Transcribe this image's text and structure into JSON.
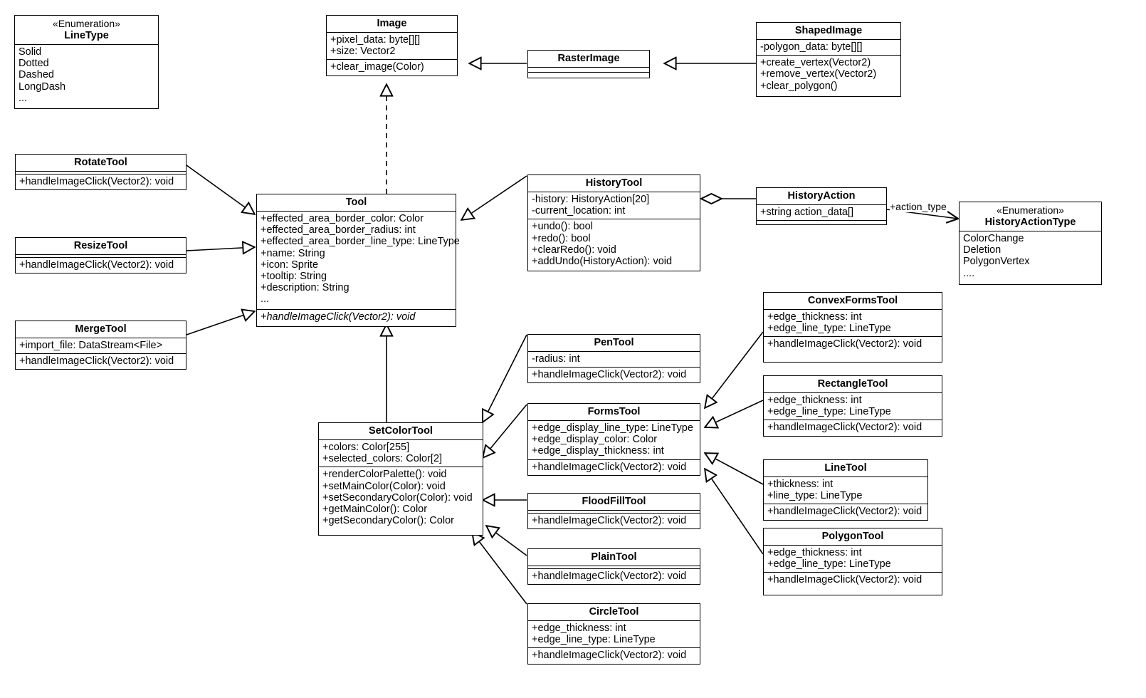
{
  "diagram": {
    "title": "UML Class Diagram",
    "classes": [
      {
        "id": "linetype",
        "stereotype": "«Enumeration»",
        "name": "LineType",
        "attributes": [
          "Solid",
          "Dotted",
          "Dashed",
          "LongDash",
          "..."
        ],
        "methods": []
      },
      {
        "id": "image",
        "stereotype": "",
        "name": "Image",
        "attributes": [
          "+pixel_data: byte[][]",
          "+size: Vector2"
        ],
        "methods": [
          "+clear_image(Color)"
        ]
      },
      {
        "id": "rasterimage",
        "stereotype": "",
        "name": "RasterImage",
        "attributes": [],
        "methods": []
      },
      {
        "id": "shapedimage",
        "stereotype": "",
        "name": "ShapedImage",
        "attributes": [
          "-polygon_data: byte[][]"
        ],
        "methods": [
          "+create_vertex(Vector2)",
          "+remove_vertex(Vector2)",
          "+clear_polygon()"
        ]
      },
      {
        "id": "rotatetool",
        "stereotype": "",
        "name": "RotateTool",
        "attributes": [],
        "methods": [
          "+handleImageClick(Vector2): void"
        ]
      },
      {
        "id": "resizetool",
        "stereotype": "",
        "name": "ResizeTool",
        "attributes": [],
        "methods": [
          "+handleImageClick(Vector2): void"
        ]
      },
      {
        "id": "mergetool",
        "stereotype": "",
        "name": "MergeTool",
        "attributes": [
          "+import_file: DataStream<File>"
        ],
        "methods": [
          "+handleImageClick(Vector2): void"
        ]
      },
      {
        "id": "tool",
        "stereotype": "",
        "name": "Tool",
        "attributes": [
          "+effected_area_border_color: Color",
          "+effected_area_border_radius: int",
          "+effected_area_border_line_type: LineType",
          "+name: String",
          "+icon: Sprite",
          "+tooltip: String",
          "+description: String",
          "..."
        ],
        "methods": [
          "+handleImageClick(Vector2): void"
        ],
        "abstract_methods": [
          true
        ]
      },
      {
        "id": "historytool",
        "stereotype": "",
        "name": "HistoryTool",
        "attributes": [
          "-history: HistoryAction[20]",
          "-current_location: int"
        ],
        "methods": [
          "+undo(): bool",
          "+redo(): bool",
          "+clearRedo(): void",
          "+addUndo(HistoryAction): void"
        ]
      },
      {
        "id": "historyaction",
        "stereotype": "",
        "name": "HistoryAction",
        "attributes": [
          "+string action_data[]"
        ],
        "methods": []
      },
      {
        "id": "historyactiontype",
        "stereotype": "«Enumeration»",
        "name": "HistoryActionType",
        "attributes": [
          "ColorChange",
          "Deletion",
          "PolygonVertex",
          "...."
        ],
        "methods": []
      },
      {
        "id": "convexformstool",
        "stereotype": "",
        "name": "ConvexFormsTool",
        "attributes": [
          "+edge_thickness: int",
          "+edge_line_type: LineType"
        ],
        "methods": [
          "+handleImageClick(Vector2): void"
        ]
      },
      {
        "id": "rectangletool",
        "stereotype": "",
        "name": "RectangleTool",
        "attributes": [
          "+edge_thickness: int",
          "+edge_line_type: LineType"
        ],
        "methods": [
          "+handleImageClick(Vector2): void"
        ]
      },
      {
        "id": "linetool",
        "stereotype": "",
        "name": "LineTool",
        "attributes": [
          "+thickness: int",
          "+line_type: LineType"
        ],
        "methods": [
          "+handleImageClick(Vector2): void"
        ]
      },
      {
        "id": "polygontool",
        "stereotype": "",
        "name": "PolygonTool",
        "attributes": [
          "+edge_thickness: int",
          "+edge_line_type: LineType"
        ],
        "methods": [
          "+handleImageClick(Vector2): void"
        ]
      },
      {
        "id": "pentool",
        "stereotype": "",
        "name": "PenTool",
        "attributes": [
          "-radius: int"
        ],
        "methods": [
          "+handleImageClick(Vector2): void"
        ]
      },
      {
        "id": "formstool",
        "stereotype": "",
        "name": "FormsTool",
        "attributes": [
          "+edge_display_line_type: LineType",
          "+edge_display_color: Color",
          "+edge_display_thickness: int"
        ],
        "methods": [
          "+handleImageClick(Vector2): void"
        ]
      },
      {
        "id": "setcolortool",
        "stereotype": "",
        "name": "SetColorTool",
        "attributes": [
          "+colors: Color[255]",
          "+selected_colors: Color[2]"
        ],
        "methods": [
          "+renderColorPalette(): void",
          "+setMainColor(Color): void",
          "+setSecondaryColor(Color): void",
          "+getMainColor(): Color",
          "+getSecondaryColor(): Color"
        ]
      },
      {
        "id": "floodfilltool",
        "stereotype": "",
        "name": "FloodFillTool",
        "attributes": [],
        "methods": [
          "+handleImageClick(Vector2): void"
        ]
      },
      {
        "id": "plaintool",
        "stereotype": "",
        "name": "PlainTool",
        "attributes": [],
        "methods": [
          "+handleImageClick(Vector2): void"
        ]
      },
      {
        "id": "circletool",
        "stereotype": "",
        "name": "CircleTool",
        "attributes": [
          "+edge_thickness: int",
          "+edge_line_type: LineType"
        ],
        "methods": [
          "+handleImageClick(Vector2): void"
        ]
      }
    ],
    "edge_labels": [
      {
        "id": "action-type",
        "text": "+action_type"
      }
    ],
    "colors": {
      "stroke": "#000000",
      "fill": "#ffffff",
      "text": "#000000"
    }
  }
}
